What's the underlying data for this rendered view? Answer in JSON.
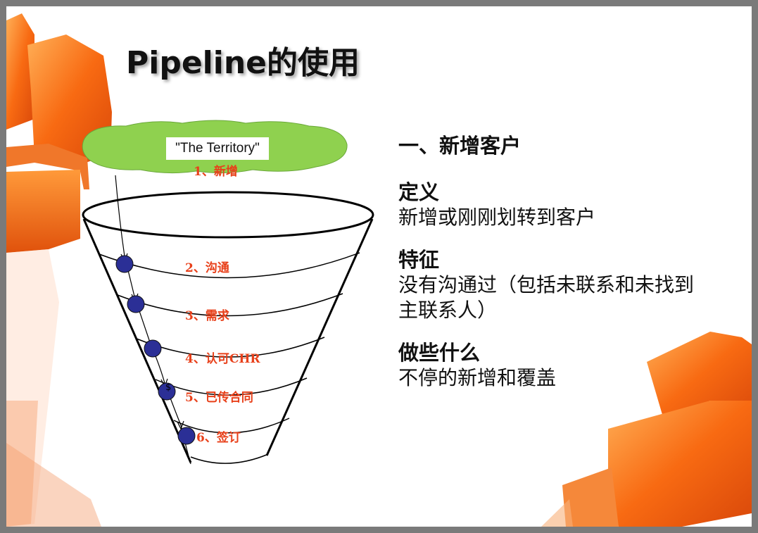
{
  "slide": {
    "title": "Pipeline的使用"
  },
  "funnel": {
    "territory_label": "\"The Territory\"",
    "stages": [
      {
        "label": "1、新增"
      },
      {
        "label": "2、沟通"
      },
      {
        "label": "3、需求"
      },
      {
        "label": "4、认可CHR"
      },
      {
        "label": "5、已传合同"
      },
      {
        "label": "6、签订"
      }
    ],
    "marker_symbol": "$"
  },
  "content": {
    "heading": "一、新增客户",
    "definition_title": "定义",
    "definition_text": "新增或刚刚划转到客户",
    "feature_title": "特征",
    "feature_text": "没有沟通过（包括未联系和未找到主联系人）",
    "action_title": "做些什么",
    "action_text": "不停的新增和覆盖"
  },
  "colors": {
    "accent_orange": "#f26a1b",
    "cloud_green": "#8fd14f",
    "stage_red": "#e8401a",
    "marker_blue": "#2b2f96"
  }
}
